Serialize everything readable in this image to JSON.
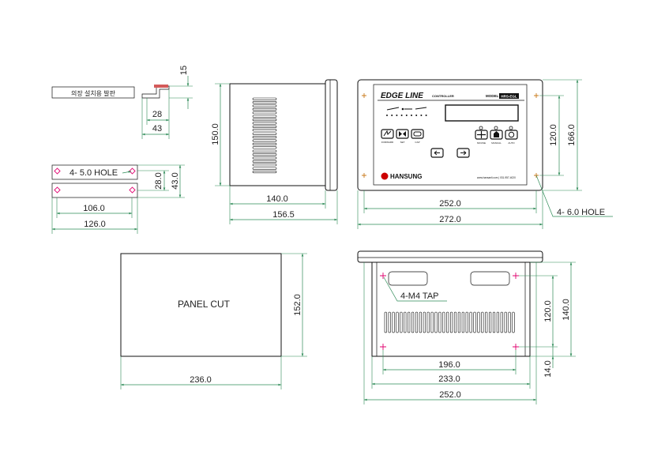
{
  "colors": {
    "dimension": "#2e8b57",
    "hole_marker": "#e0006e",
    "outline": "#111111",
    "label_logo": "#cc0000"
  },
  "bracket": {
    "caption": "의장 설치용 발판",
    "dim_height": "15",
    "dim_inner": "28",
    "dim_outer": "43"
  },
  "plate": {
    "hole_label": "4-   5.0 HOLE",
    "dim_hole_pitch_v": "28.0",
    "dim_height": "43.0",
    "dim_hole_pitch_h": "106.0",
    "dim_width": "126.0"
  },
  "side_view": {
    "dim_height": "150.0",
    "dim_depth": "140.0",
    "dim_total_depth": "156.5"
  },
  "front_view": {
    "brand": "EDGE LINE",
    "subtitle": "CONTROLLER",
    "model_label": "MODEL :",
    "model_value": "HRS-EGL",
    "maker": "HANSUNG",
    "contact": "www.hansaeli.com | 031-957-4020",
    "button_labels_left": [
      "FORWARD",
      "SET",
      "CAP"
    ],
    "button_labels_right": [
      "MOUSE",
      "MANUAL",
      "AUTO"
    ],
    "dim_hole_pitch_v": "120.0",
    "dim_height": "166.0",
    "dim_hole_pitch_h": "252.0",
    "dim_width": "272.0",
    "hole_label": "4-   6.0 HOLE"
  },
  "panel_cut": {
    "label": "PANEL CUT",
    "dim_height": "152.0",
    "dim_width": "236.0"
  },
  "bottom_view": {
    "tap_label": "4-M4 TAP",
    "dim_tap_pitch_v": "120.0",
    "dim_height": "140.0",
    "dim_offset": "14.0",
    "dim_tap_pitch_h": "196.0",
    "dim_inner_width": "233.0",
    "dim_width": "252.0"
  }
}
